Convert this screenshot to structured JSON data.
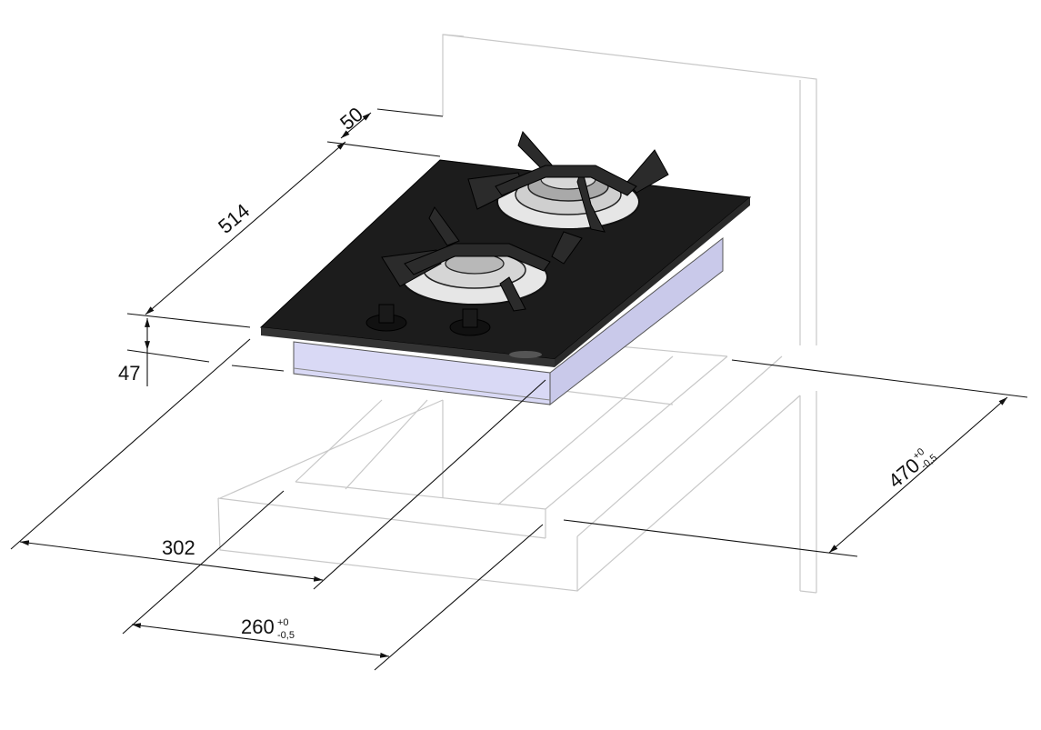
{
  "dimensions": {
    "recess_depth": "50",
    "hob_depth": "514",
    "hob_height": "47",
    "hob_width": "302",
    "cutout_width": {
      "value": "260",
      "tol_plus": "+0",
      "tol_minus": "-0,5"
    },
    "cutout_depth": {
      "value": "470",
      "tol_plus": "+0",
      "tol_minus": "-0,5"
    }
  },
  "colors": {
    "glass_top": "#1c1c1c",
    "hob_body": "#d9d9f5",
    "cabinet_lines": "#c8c8c8",
    "dimension_lines": "#111111",
    "burner_metal": "#b5b5b5",
    "grate": "#2b2b2b"
  },
  "product": {
    "type": "two-burner gas hob",
    "burner_count": 2,
    "knob_count": 2
  }
}
